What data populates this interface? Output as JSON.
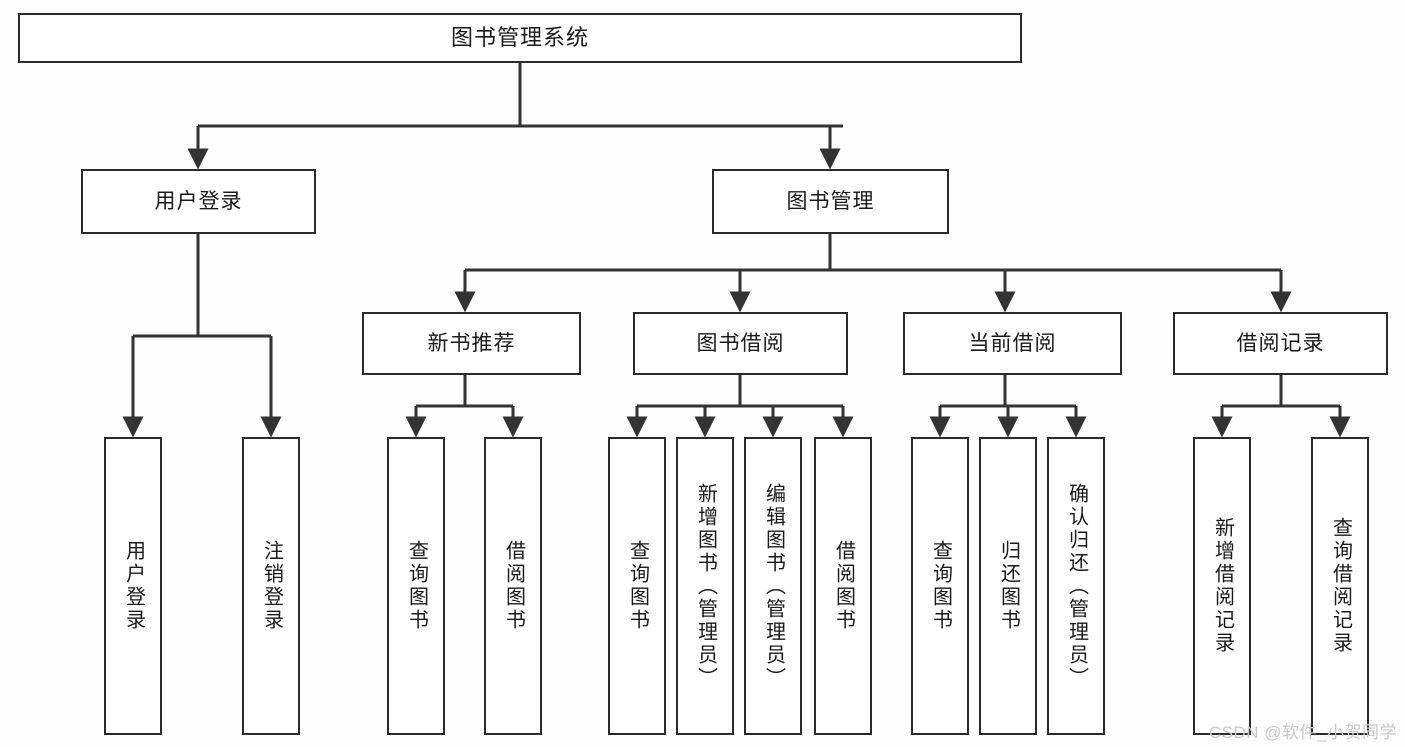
{
  "diagram": {
    "title": "图书管理系统",
    "type": "tree-hierarchy",
    "root": {
      "id": "root",
      "label": "图书管理系统"
    },
    "level1": [
      {
        "id": "user-login",
        "label": "用户登录"
      },
      {
        "id": "book-manage",
        "label": "图书管理"
      }
    ],
    "level2": [
      {
        "id": "new-book-recommend",
        "label": "新书推荐",
        "parent": "book-manage"
      },
      {
        "id": "book-borrow",
        "label": "图书借阅",
        "parent": "book-manage"
      },
      {
        "id": "current-borrow",
        "label": "当前借阅",
        "parent": "book-manage"
      },
      {
        "id": "borrow-record",
        "label": "借阅记录",
        "parent": "book-manage"
      }
    ],
    "leaves": [
      {
        "id": "leaf-user-login",
        "label": "用户登录",
        "parent": "user-login"
      },
      {
        "id": "leaf-user-logout",
        "label": "注销登录",
        "parent": "user-login"
      },
      {
        "id": "leaf-query-book-1",
        "label": "查询图书",
        "parent": "new-book-recommend"
      },
      {
        "id": "leaf-borrow-book-1",
        "label": "借阅图书",
        "parent": "new-book-recommend"
      },
      {
        "id": "leaf-query-book-2",
        "label": "查询图书",
        "parent": "book-borrow"
      },
      {
        "id": "leaf-add-book",
        "label": "新增图书（管理员）",
        "parent": "book-borrow"
      },
      {
        "id": "leaf-edit-book",
        "label": "编辑图书（管理员）",
        "parent": "book-borrow"
      },
      {
        "id": "leaf-borrow-book-2",
        "label": "借阅图书",
        "parent": "book-borrow"
      },
      {
        "id": "leaf-query-book-3",
        "label": "查询图书",
        "parent": "current-borrow"
      },
      {
        "id": "leaf-return-book",
        "label": "归还图书",
        "parent": "current-borrow"
      },
      {
        "id": "leaf-confirm-return",
        "label": "确认归还（管理员）",
        "parent": "current-borrow"
      },
      {
        "id": "leaf-add-record",
        "label": "新增借阅记录",
        "parent": "borrow-record"
      },
      {
        "id": "leaf-query-record",
        "label": "查询借阅记录",
        "parent": "borrow-record"
      }
    ],
    "colors": {
      "border": "#2b2b2b",
      "connector": "#333333",
      "text": "#1a1a1a",
      "background": "#fdfdfd",
      "watermark": "#c9c9c9"
    }
  },
  "watermark": {
    "text": "CSDN @软件_小贺同学"
  }
}
